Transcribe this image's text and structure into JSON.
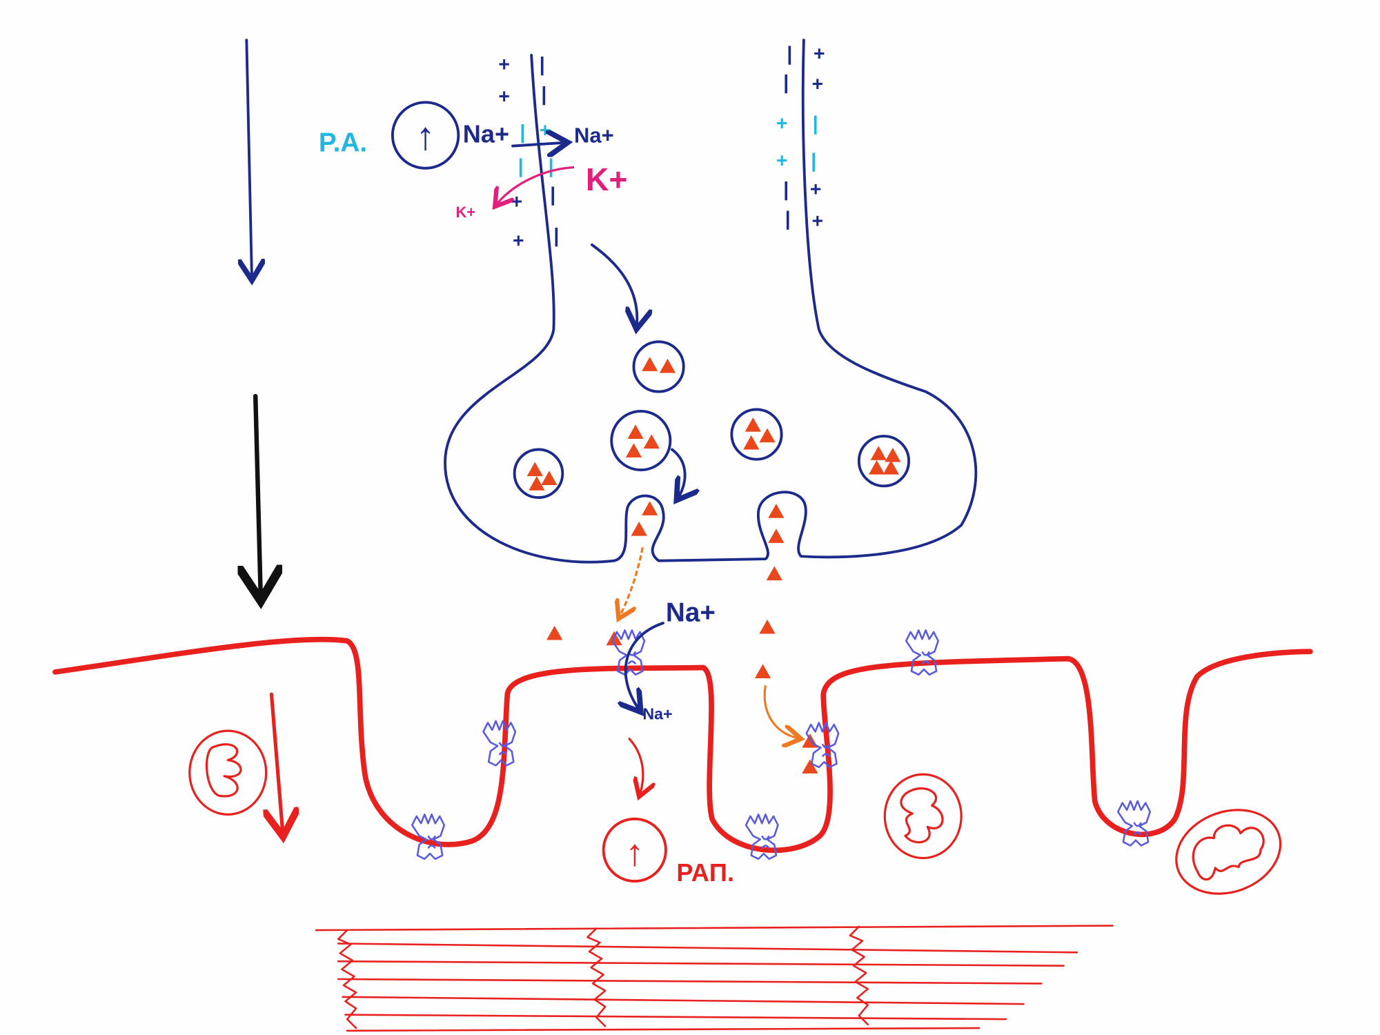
{
  "title": "Neuromuscular junction synaptic transmission",
  "labels": {
    "action_potential": "P.A.",
    "increase_symbol": "↑",
    "na_outside": "Na+",
    "na_inside_axon": "Na+",
    "k_outside": "K+",
    "k_inner": "K+",
    "na_cleft": "Na+",
    "na_muscle": "Na+",
    "muscle_increase_symbol": "↑",
    "end_plate_potential": "ΡΑΠ."
  },
  "charges": {
    "plus": "+",
    "minus": "|"
  },
  "colors": {
    "neuron": "#1c2a8c",
    "muscle": "#e8201e",
    "depolarized": "#22b6e0",
    "potassium": "#e0207a",
    "neurotransmitter": "#e8481c",
    "receptor": "#5a5ae0",
    "signal_flow": "#111111"
  }
}
